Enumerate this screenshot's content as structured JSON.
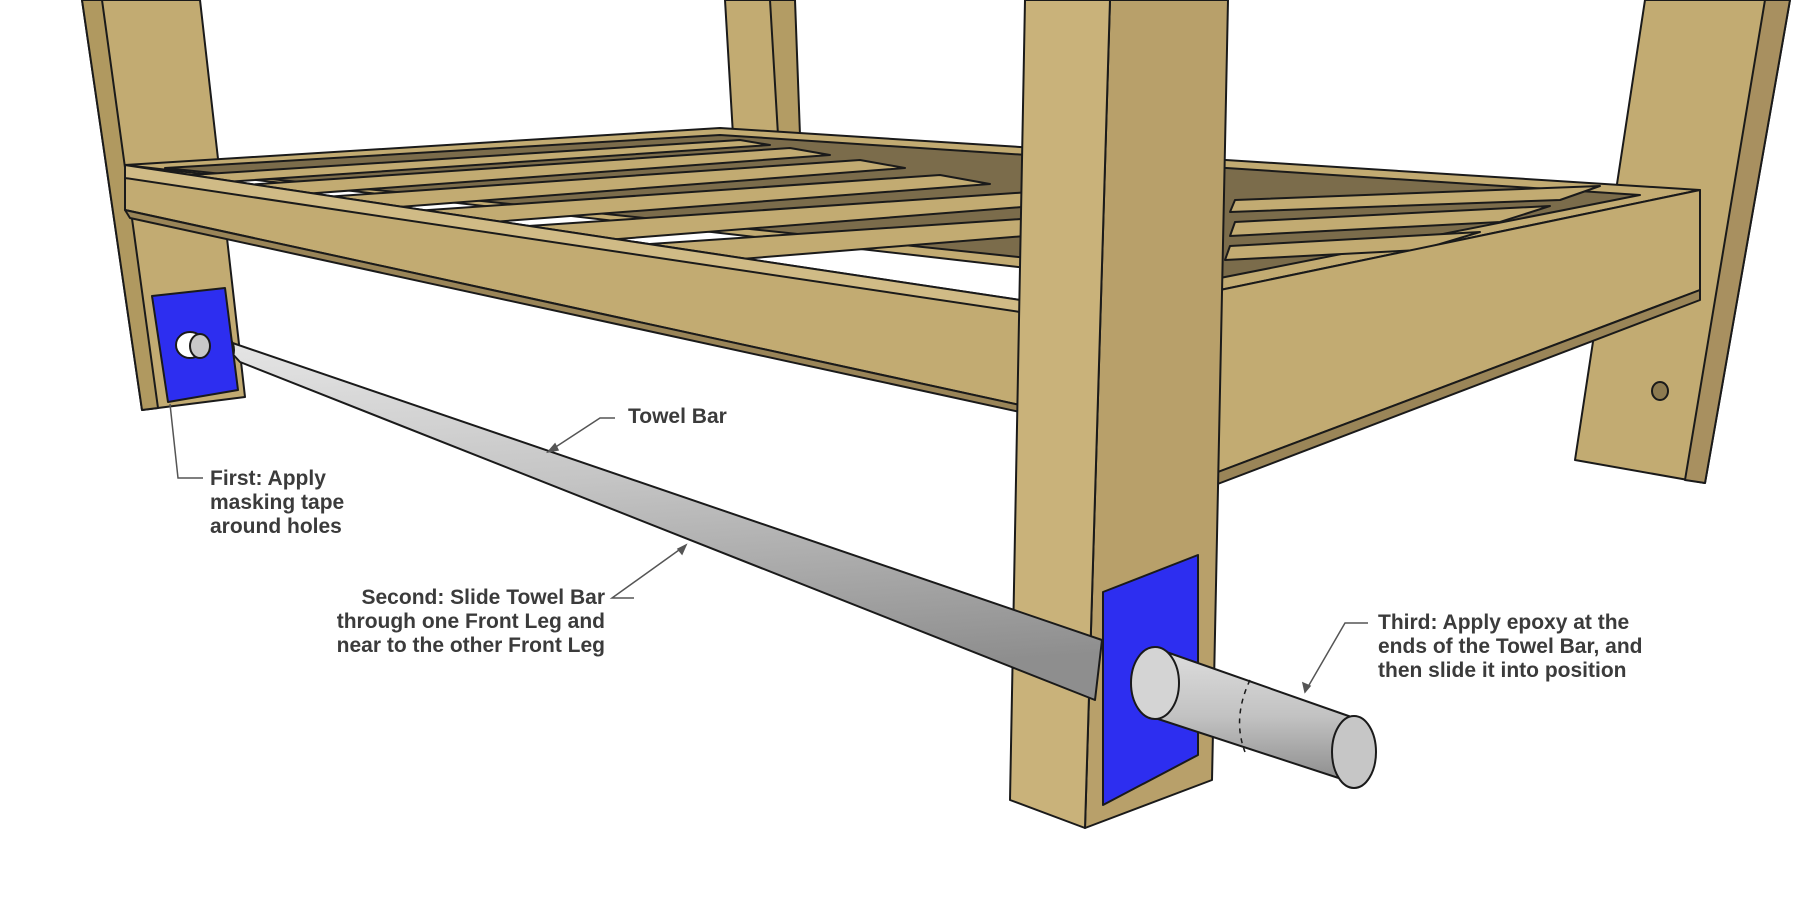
{
  "labels": {
    "towel_bar": "Towel Bar",
    "first": "First: Apply\nmasking tape\naround holes",
    "second": "Second: Slide Towel Bar\nthrough one Front Leg and\nnear to the other Front Leg",
    "third": "Third: Apply epoxy at the\nends of the Towel Bar, and\nthen slide it into position"
  },
  "colors": {
    "wood_light": "#c2ab72",
    "wood_mid": "#b8a06a",
    "wood_dark": "#7b6c4b",
    "tape_blue": "#2d2ef0",
    "bar_gray": "#b8b8b8",
    "outline": "#1a1a1a",
    "label_text": "#3b3b3b"
  }
}
